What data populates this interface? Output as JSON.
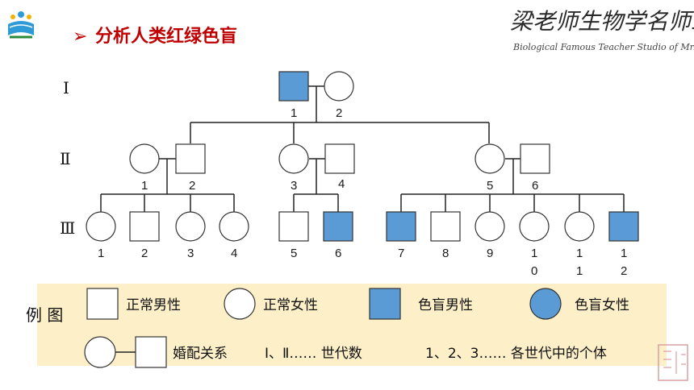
{
  "header": {
    "bullet": "➢",
    "title": "分析人类红绿色盲",
    "studio_cn": "梁老师生物学名师工作室",
    "studio_en": "Biological Famous Teacher Studio of Mr. Liang"
  },
  "generations": [
    "Ⅰ",
    "Ⅱ",
    "Ⅲ"
  ],
  "gen1": {
    "labels": [
      "1",
      "2"
    ]
  },
  "gen2": {
    "labels": [
      "1",
      "2",
      "3",
      "4",
      "5",
      "6"
    ]
  },
  "gen3": {
    "labels": [
      "1",
      "2",
      "3",
      "4",
      "5",
      "6",
      "7",
      "8",
      "9",
      "1\n0",
      "1\n1",
      "1\n2"
    ]
  },
  "legend": {
    "title": "例 图",
    "normal_male": "正常男性",
    "normal_female": "正常女性",
    "affected_male": "色盲男性",
    "affected_female": "色盲女性",
    "marriage": "婚配关系",
    "generation_note": "Ⅰ、Ⅱ…… 世代数",
    "individual_note": "1、2、3…… 各世代中的个体"
  },
  "colors": {
    "affected": "#5b9bd5",
    "legend_bg": "#fdf0c8",
    "title": "#c00000",
    "line": "#222222"
  }
}
